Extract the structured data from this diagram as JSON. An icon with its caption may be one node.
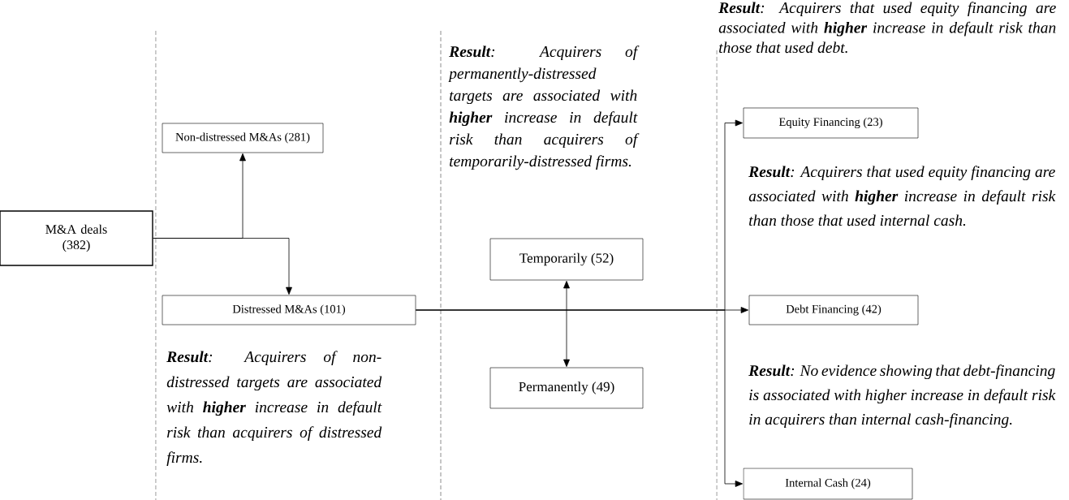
{
  "diagram": {
    "nodes": [
      {
        "text": [
          "M&A deals (382)"
        ]
      },
      {
        "text": [
          "Non-distressed M&As (281)"
        ]
      },
      {
        "text": [
          "Distressed M&As (101)"
        ]
      },
      {
        "text": [
          "Temporarily (52)"
        ]
      },
      {
        "text": [
          "Permanently (49)"
        ]
      },
      {
        "text": [
          "Equity Financing (23)"
        ]
      },
      {
        "text": [
          "Debt Financing (42)"
        ]
      },
      {
        "text": [
          "Internal Cash (24)"
        ]
      }
    ],
    "edges": [
      {
        "from": 0,
        "to": 1,
        "arrow": "to"
      },
      {
        "from": 0,
        "to": 2,
        "arrow": "to"
      },
      {
        "from": 3,
        "to": 4,
        "arrow": "both"
      },
      {
        "from": 2,
        "to": 5,
        "arrow": "to"
      },
      {
        "from": 2,
        "to": 6,
        "arrow": "to"
      },
      {
        "from": 2,
        "to": 7,
        "arrow": "to"
      }
    ],
    "labels": [
      "**Result**: Acquirers that used equity financing are associated with **higher** increase in default risk than those that used debt.",
      "**Result**: Acquirers of permanently-distressed targets are associated with **higher** increase in default risk than acquirers of temporarily-distressed firms.",
      "**Result**: Acquirers that used equity financing are associated with **higher** increase in default risk than those that used internal cash.",
      "**Result**: Acquirers of non-distressed targets are associated with **higher** increase in default risk than acquirers of distressed firms.",
      "**Result**: No evidence showing that debt-financing is associated with higher increase in default risk in acquirers than internal cash-financing."
    ]
  }
}
